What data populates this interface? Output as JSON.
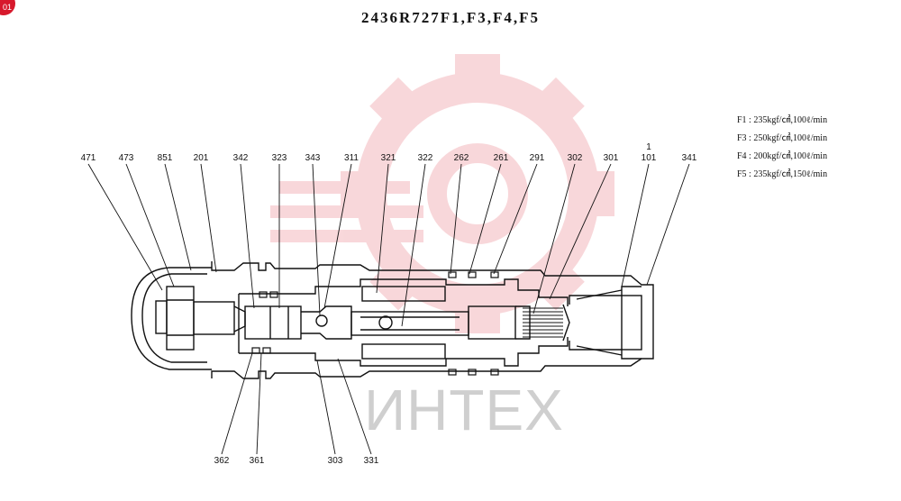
{
  "title": "2436R727F1,F3,F4,F5",
  "corner_badge": "01",
  "watermark_text": "ИНТЕХ",
  "colors": {
    "watermark_red": "#f4b8bd",
    "badge": "#d7192c",
    "line": "#111111"
  },
  "legend": [
    "F1 : 235kgf/㎠,100ℓ/min",
    "F3 : 250kgf/㎠,100ℓ/min",
    "F4 : 200kgf/㎠,100ℓ/min",
    "F5 : 235kgf/㎠,150ℓ/min"
  ],
  "top_labels": [
    "471",
    "473",
    "851",
    "201",
    "342",
    "323",
    "343",
    "311",
    "321",
    "322",
    "262",
    "261",
    "291",
    "302",
    "301",
    "1",
    "101",
    "341"
  ],
  "bottom_labels": [
    "362",
    "361",
    "303",
    "331"
  ]
}
